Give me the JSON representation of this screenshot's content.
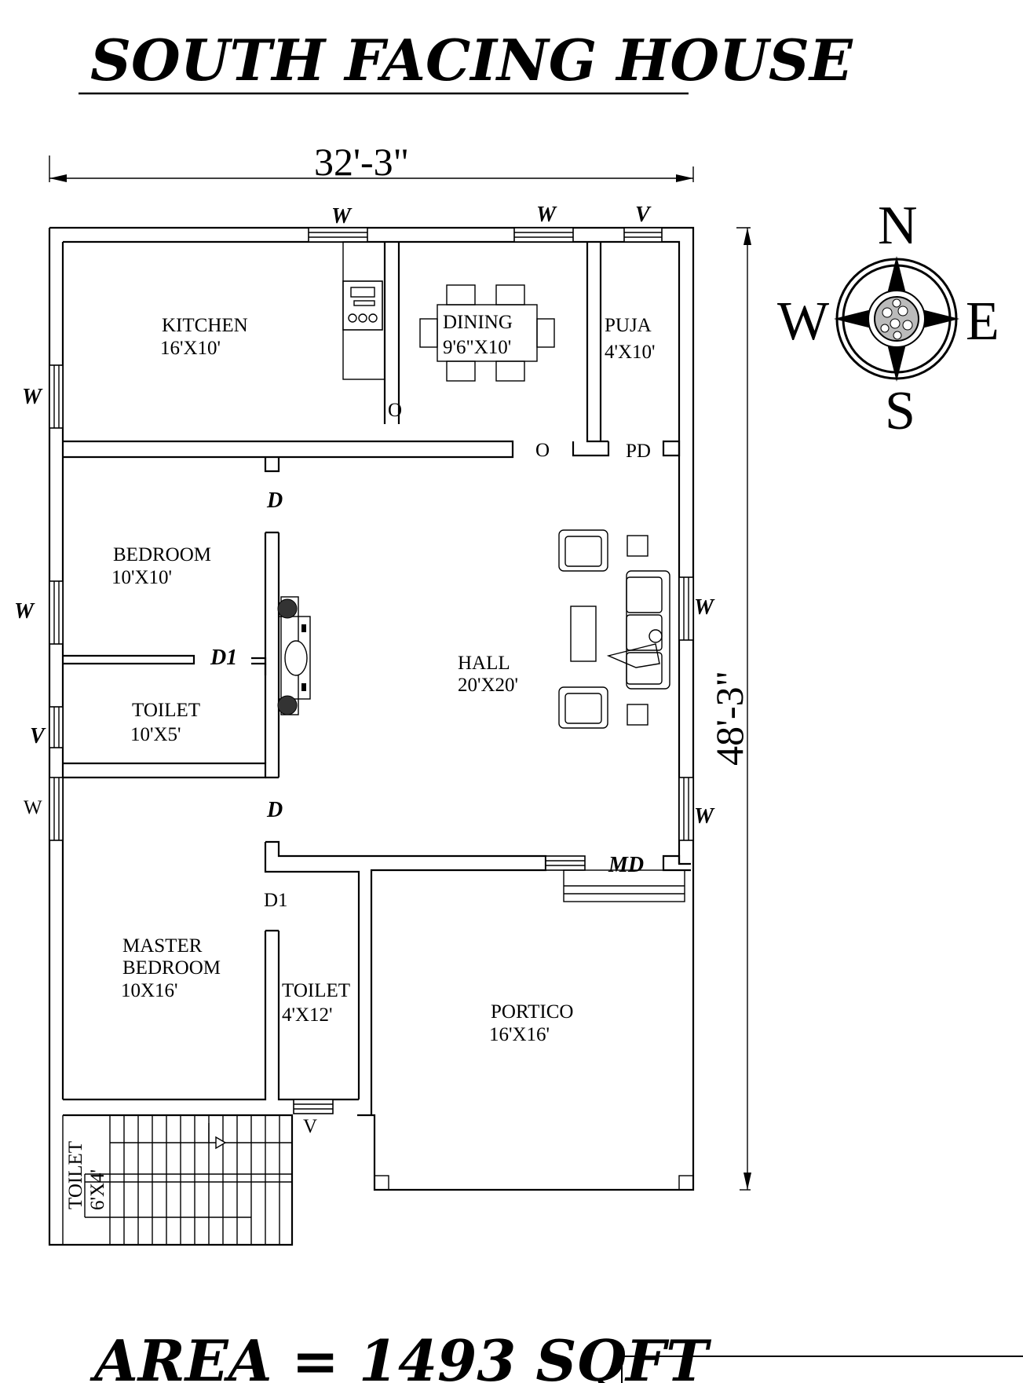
{
  "title": "SOUTH FACING HOUSE",
  "dimensions": {
    "width": "32'-3\"",
    "depth": "48'-3\""
  },
  "compass": {
    "north": "N",
    "south": "S",
    "east": "E",
    "west": "W"
  },
  "rooms": {
    "kitchen": {
      "name": "KITCHEN",
      "size": "16'X10'"
    },
    "dining": {
      "name": "DINING",
      "size": "9'6\"X10'"
    },
    "puja": {
      "name": "PUJA",
      "size": "4'X10'"
    },
    "bedroom": {
      "name": "BEDROOM",
      "size": "10'X10'"
    },
    "toilet1": {
      "name": "TOILET",
      "size": "10'X5'"
    },
    "hall": {
      "name": "HALL",
      "size": "20'X20'"
    },
    "master": {
      "name1": "MASTER",
      "name2": "BEDROOM",
      "size": "10X16'"
    },
    "toilet2": {
      "name": "TOILET",
      "size": "4'X12'"
    },
    "portico": {
      "name": "PORTICO",
      "size": "16'X16'"
    },
    "toilet3": {
      "name": "TOILET",
      "size": "6'X4'"
    }
  },
  "openings": {
    "window": "W",
    "ventilator": "V",
    "door": "D",
    "door1": "D1",
    "main_door": "MD",
    "opening": "O",
    "puja_door": "PD"
  },
  "area": "AREA =  1493 SQFT"
}
